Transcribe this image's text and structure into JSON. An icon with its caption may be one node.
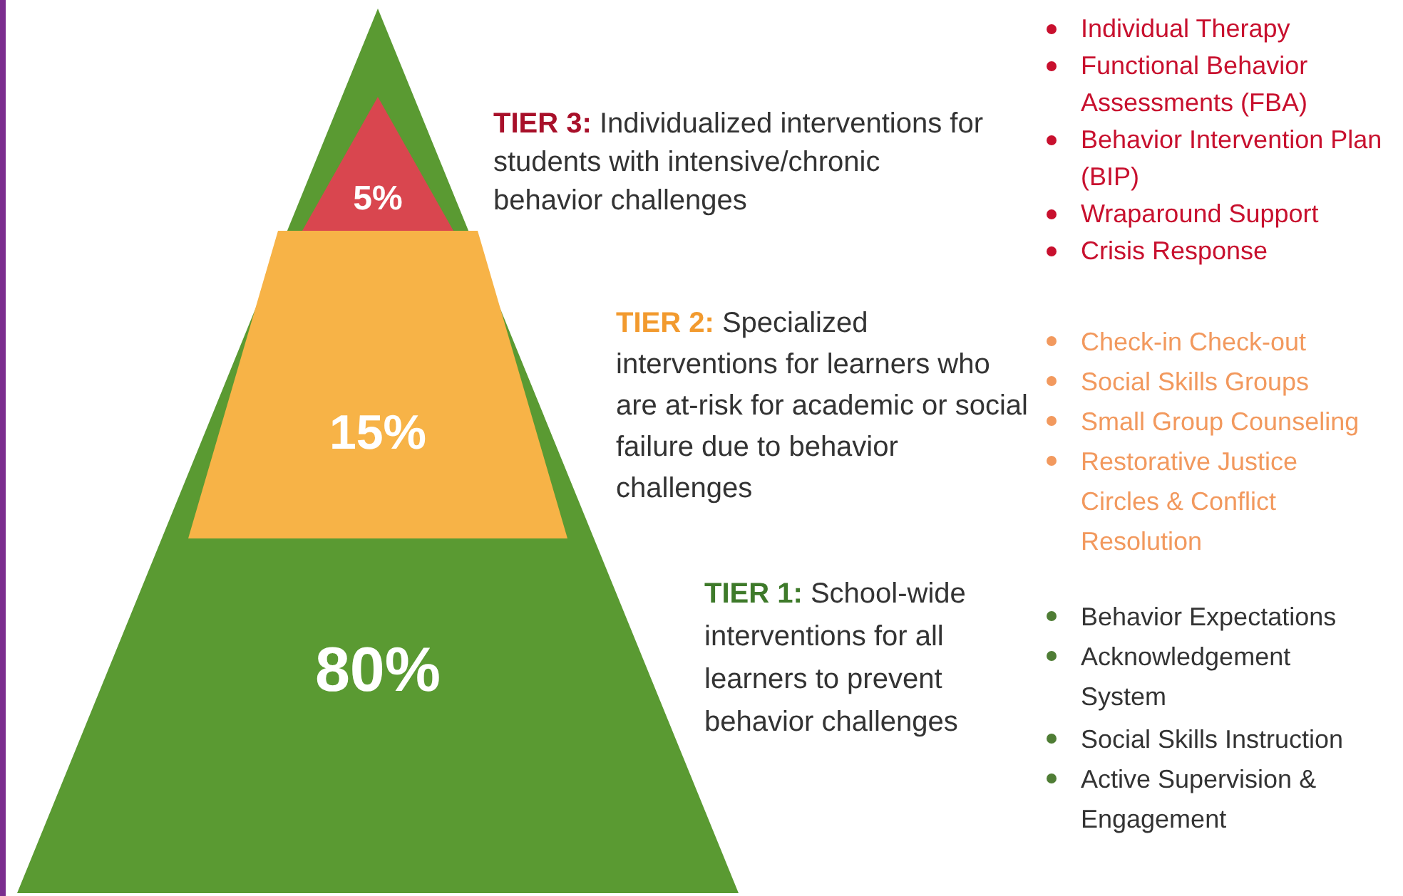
{
  "diagram": {
    "nodes": [
      {
        "text": [
          "80%"
        ]
      },
      {
        "text": [
          "15%"
        ],
        "in": 0
      },
      {
        "text": [
          "5%"
        ],
        "in": 0
      }
    ],
    "labels": [
      "**TIER 3:** Individualized interventions for students with intensive/chronic behavior challenges",
      "Individual Therapy",
      "Functional Behavior Assessments (FBA)",
      "Behavior Intervention Plan (BIP)",
      "Wraparound Support",
      "Crisis Response",
      "**TIER 2:** Specialized interventions for learners who are at-risk for academic or social failure due to behavior challenges",
      "Check-in Check-out",
      "Social Skills Groups",
      "Small Group Counseling",
      "Restorative Justice Circles & Conflict Resolution",
      "**TIER 1:** School-wide interventions for all learners to prevent behavior challenges",
      "Behavior Expectations",
      "Acknowledgement System",
      "Social Skills Instruction",
      "Active Supervision & Engagement"
    ]
  }
}
